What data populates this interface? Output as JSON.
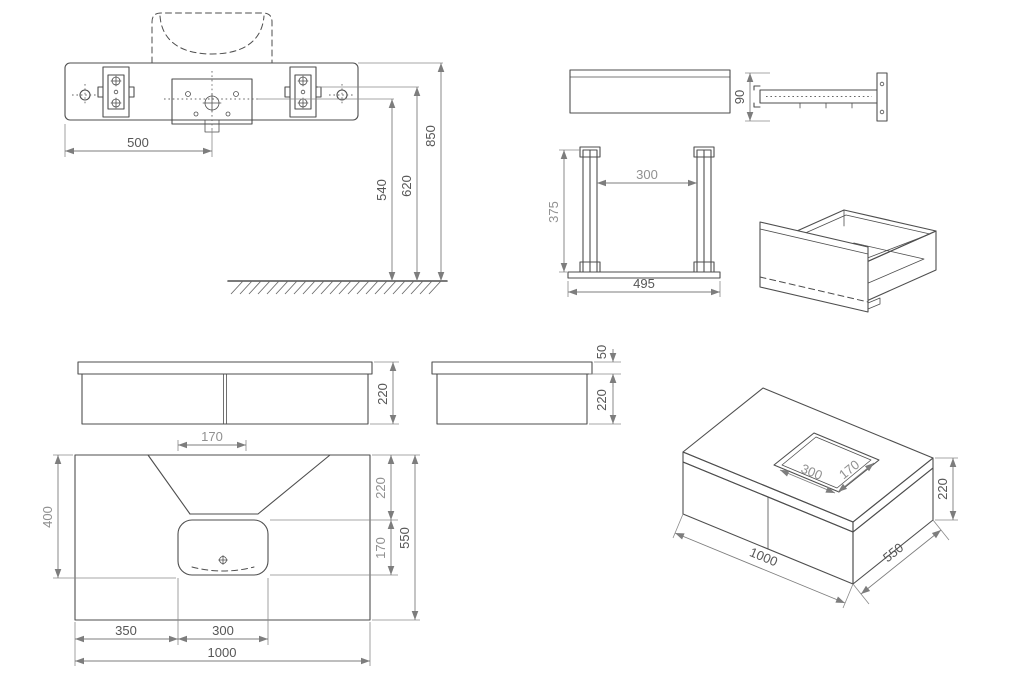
{
  "colors": {
    "line": "#4e4e4e",
    "dimension_line": "#7d7d7d",
    "label": "#565656",
    "label_light": "#909090",
    "background": "#ffffff"
  },
  "views": {
    "installation": {
      "label_width_500": "500",
      "label_height_540": "540",
      "label_height_620": "620",
      "label_height_850": "850"
    },
    "rail_side": {
      "label_height_90": "90"
    },
    "frame": {
      "label_inner_width_300": "300",
      "label_height_375": "375",
      "label_width_495": "495"
    },
    "cabinet_front": {
      "label_height_220": "220"
    },
    "cabinet_side": {
      "label_top_50": "50",
      "label_height_220": "220"
    },
    "cabinet_plan": {
      "label_top_170": "170",
      "label_left_400": "400",
      "label_right_220": "220",
      "label_right_170": "170",
      "label_right_550": "550",
      "label_bottom_350": "350",
      "label_bottom_300": "300",
      "label_bottom_1000": "1000"
    },
    "cabinet_iso": {
      "label_cutout_300": "300",
      "label_cutout_170": "170",
      "label_width_1000": "1000",
      "label_depth_550": "550",
      "label_height_220": "220"
    }
  }
}
